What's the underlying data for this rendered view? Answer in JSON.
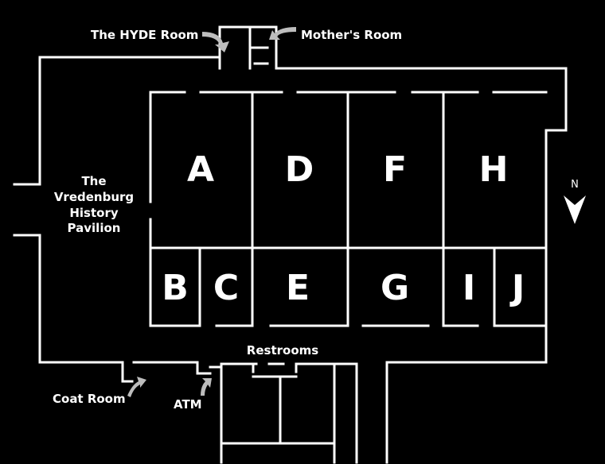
{
  "map": {
    "rooms": [
      "A",
      "D",
      "F",
      "H",
      "B",
      "C",
      "E",
      "G",
      "I",
      "J"
    ],
    "labels": {
      "hyde_room": "The HYDE Room",
      "mothers_room": "Mother's Room",
      "pavilion_line1": "The",
      "pavilion_line2": "Vredenburg",
      "pavilion_line3": "History",
      "pavilion_line4": "Pavilion",
      "restrooms": "Restrooms",
      "coat_room": "Coat Room",
      "atm": "ATM"
    },
    "compass": "N",
    "colors": {
      "background": "#000000",
      "walls": "#ffffff",
      "pointer_arrows": "#bdbdbd"
    }
  }
}
